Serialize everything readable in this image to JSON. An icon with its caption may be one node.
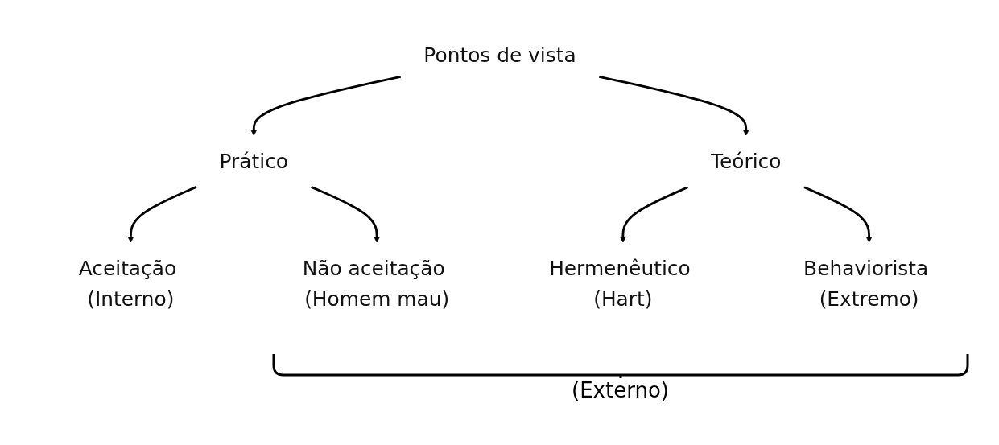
{
  "diagram": {
    "nodes": [
      {
        "text": [
          "Pontos de vista"
        ]
      },
      {
        "text": [
          "Prático"
        ]
      },
      {
        "text": [
          "Teórico"
        ]
      },
      {
        "text": [
          "Aceitação (Interno)"
        ]
      },
      {
        "text": [
          "Não aceitação (Homem mau)"
        ]
      },
      {
        "text": [
          "Hermenêutico (Hart)"
        ]
      },
      {
        "text": [
          "Behaviorista (Extremo)"
        ]
      }
    ],
    "edges": [
      {
        "from": 0,
        "to": 1,
        "arrow": "to"
      },
      {
        "from": 0,
        "to": 2,
        "arrow": "to"
      },
      {
        "from": 1,
        "to": 3,
        "arrow": "to"
      },
      {
        "from": 1,
        "to": 4,
        "arrow": "to"
      },
      {
        "from": 2,
        "to": 5,
        "arrow": "to"
      },
      {
        "from": 2,
        "to": 6,
        "arrow": "to"
      }
    ],
    "labels": [
      "(Externo)"
    ]
  }
}
